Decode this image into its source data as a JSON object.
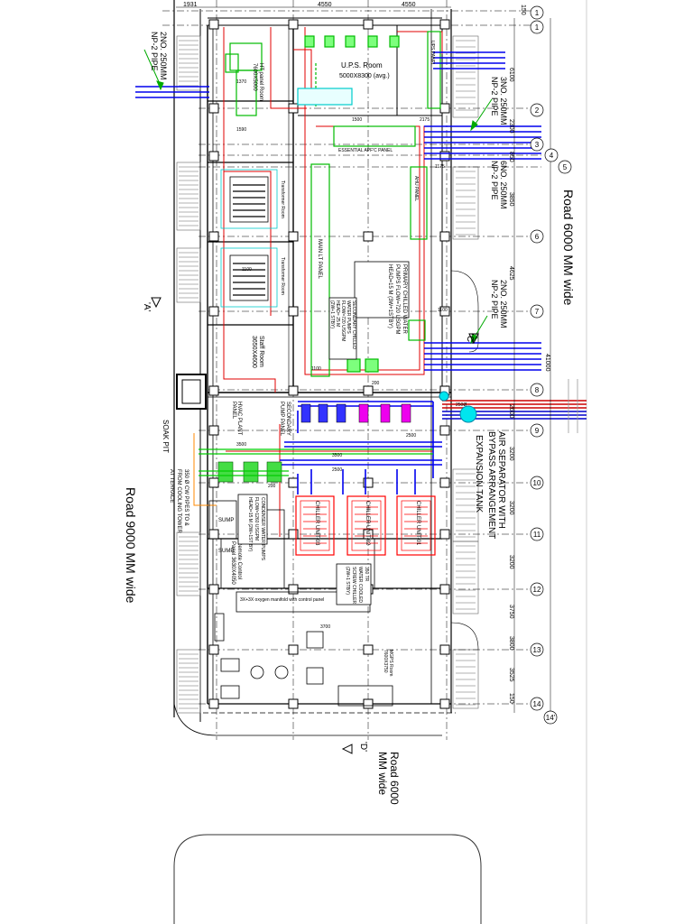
{
  "road_labels": {
    "road_right": "Road 6000 MM wide",
    "road_left": "Road 9000  MM wide",
    "road_bottom_1": "Road 6000",
    "road_bottom_2": "MM wide"
  },
  "pipe_notes": {
    "top_left_1": "2NO. 250MM",
    "top_left_2": "NP-2 PIPE",
    "right_a_1": "3NO. 250MM",
    "right_a_2": "NP-2 PIPE",
    "right_b_1": "6NO. 250MM",
    "right_b_2": "NP-2 PIPE",
    "right_c_1": "2NO. 250MM",
    "right_c_2": "NP-2 PIPE"
  },
  "section_marks": {
    "a": "'A'",
    "c": "'C'",
    "d": "'D'"
  },
  "callouts": {
    "air_sep_1": "AIR SEPARATOR WITH",
    "air_sep_2": "BYPASS ARRANGEMENT",
    "expansion": "EXPANSION TANK",
    "soak_pit": "SOAK PIT"
  },
  "rooms": {
    "ups_room": "U.P.S. Room",
    "ups_size": "5000X8300 (avg.)",
    "staff_room": "Staff Room",
    "staff_size": "3650X4600",
    "hvac_panel_1": "HVAC PLANT",
    "hvac_panel_2": "PANEL",
    "secondary_pump_1": "SECONDARY",
    "secondary_pump_2": "PUMP PANEL",
    "remote_panel_1": "Remote Control",
    "remote_panel_2": "Panel 3630X4050",
    "sump": "SUMP",
    "sump2": "SUMP",
    "manifold": "3X+3X oxygen manifold with control panel",
    "ht_panel": "HT panel Room",
    "ht_size": "7600X5000",
    "transformer_1": "Transformer Room",
    "transformer_2": "Transformer Room",
    "mgps": "MGPS Room",
    "mgps_size": "7600X3750",
    "mlt_panel": "MAIN LT PANEL",
    "essential_panel": "ESSENTIAL APF'C PANEL",
    "ups_panel": "UPS PANEL",
    "ahu_panel": "AHU PANEL"
  },
  "chillers": [
    "CHILLER UNIT-01",
    "CHILLER UNIT-02",
    "CHILLER UNIT-03"
  ],
  "pump_notes": {
    "primary_1": "PRIMARY CHILLED WATER",
    "primary_2": "PUMPS FLOW=720 USGPM",
    "primary_3": "HEAD=15 M (3W+1STBY)",
    "secondary_1": "SECONDARY CHILLED",
    "secondary_2": "WATER PUMPS",
    "secondary_3": "FLOW=720 USGPM",
    "secondary_4": "HEAD= 25 M",
    "secondary_5": "(2W+1 STBY)",
    "condenser_1": "CONDENSER WATER PUMPS",
    "condenser_2": "FLOW=1260 USGPM",
    "condenser_3": "HEAD=15 M (2W+1ST BY)",
    "water_chiller_1": "350 TR",
    "water_chiller_2": "WATER COOLED",
    "water_chiller_3": "SCREW CHILLER",
    "water_chiller_4": "(2W+1 STBY)",
    "cw_pipes_1": "350 Ø CW PIPES TO &",
    "cw_pipes_2": "FROM COOLING TOWER",
    "cw_pipes_3": "AT TERRACE"
  },
  "top_dims": [
    "1931",
    "4550",
    "4550",
    "150"
  ],
  "right_dims": [
    "6100",
    "2300",
    "850",
    "3850",
    "4625",
    "2600",
    "3200",
    "3200",
    "3200",
    "3750",
    "3800",
    "3525",
    "150",
    "41000"
  ],
  "grid_bubbles": [
    "1",
    "1",
    "2",
    "3",
    "4",
    "5",
    "6",
    "7",
    "8",
    "9",
    "10",
    "11",
    "12",
    "13",
    "14",
    "14'"
  ],
  "misc_dims": [
    "1370",
    "1590",
    "1500",
    "2175",
    "1175",
    "1100",
    "2500",
    "3500",
    "3500",
    "2500",
    "200",
    "3700",
    "250Ø",
    "1100",
    "200",
    "1100"
  ]
}
